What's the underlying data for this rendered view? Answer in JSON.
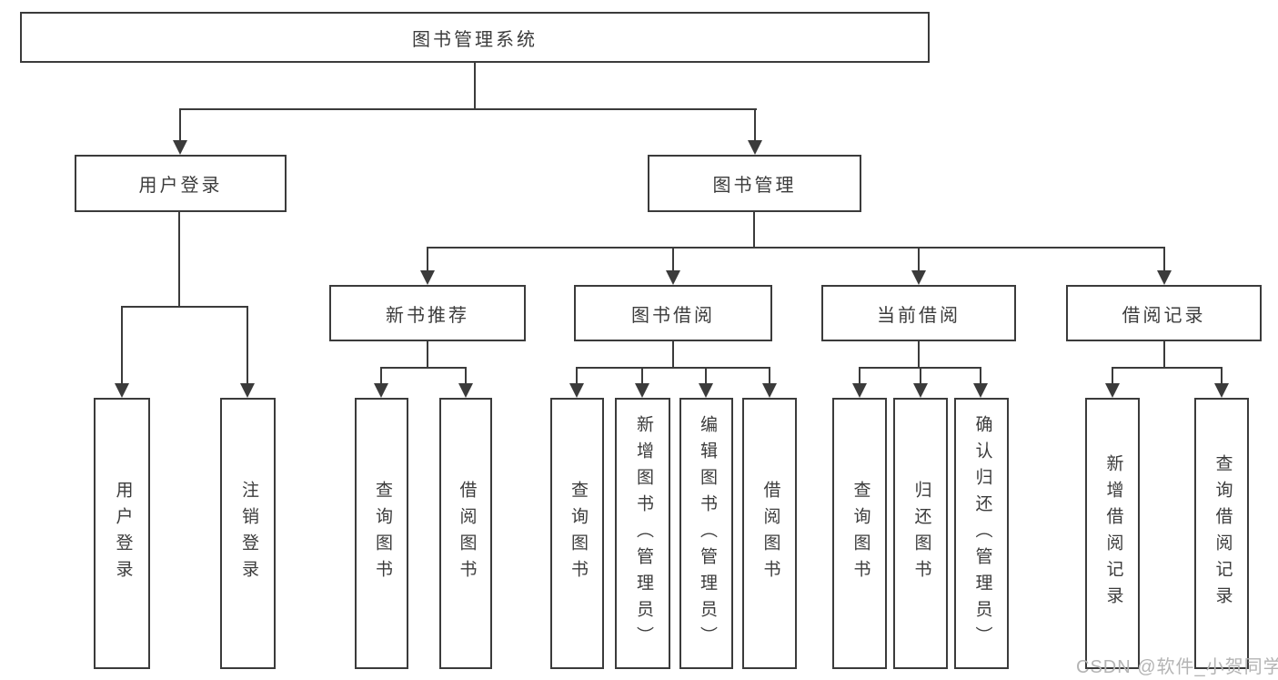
{
  "diagram": {
    "root": "图书管理系统",
    "branches": [
      {
        "label": "用户登录",
        "children": [
          "用户登录",
          "注销登录"
        ]
      },
      {
        "label": "图书管理",
        "groups": [
          {
            "label": "新书推荐",
            "children": [
              "查询图书",
              "借阅图书"
            ]
          },
          {
            "label": "图书借阅",
            "children": [
              "查询图书",
              "新增图书（管理员）",
              "编辑图书（管理员）",
              "借阅图书"
            ]
          },
          {
            "label": "当前借阅",
            "children": [
              "查询图书",
              "归还图书",
              "确认归还（管理员）"
            ]
          },
          {
            "label": "借阅记录",
            "children": [
              "新增借阅记录",
              "查询借阅记录"
            ]
          }
        ]
      }
    ]
  },
  "watermark": "CSDN @软件_小贺同学",
  "colors": {
    "line": "#3b3b3b",
    "text": "#3c3c3c",
    "background": "#ffffff",
    "watermark": "#b4b4b4"
  }
}
